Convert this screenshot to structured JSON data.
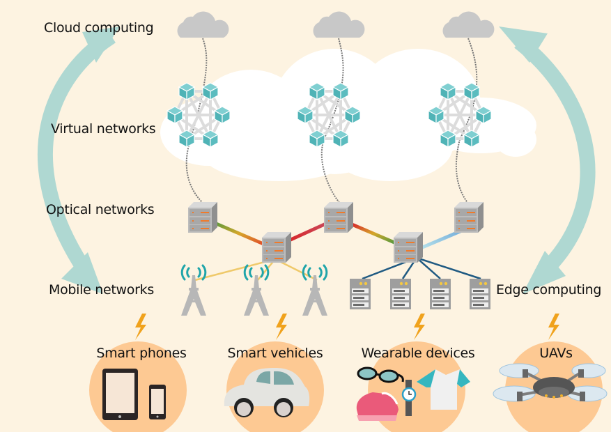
{
  "layers": {
    "cloud_computing": "Cloud computing",
    "virtual_networks": "Virtual networks",
    "optical_networks": "Optical networks",
    "mobile_networks": "Mobile networks",
    "edge_computing": "Edge computing"
  },
  "devices": [
    {
      "label": "Smart phones",
      "icon": "tablet-and-phone-icon"
    },
    {
      "label": "Smart vehicles",
      "icon": "car-icon"
    },
    {
      "label": "Wearable devices",
      "icon": "wearables-icon"
    },
    {
      "label": "UAVs",
      "icon": "drone-icon"
    }
  ],
  "colors": {
    "background": "#fdf3e1",
    "arrow": "#afd8d2",
    "cloud_gray": "#c8c8c8",
    "virtual_cloud": "#ffffff",
    "vnode_teal": "#5bbcbf",
    "device_circle": "#fdc993",
    "bolt": "#f0a21c",
    "edge_link": "#1f5a82",
    "mobile_link": "#efc96a"
  },
  "counts": {
    "cloud_servers": 3,
    "virtual_network_clusters": 3,
    "optical_switches": 5,
    "base_stations": 3,
    "edge_servers": 4
  }
}
